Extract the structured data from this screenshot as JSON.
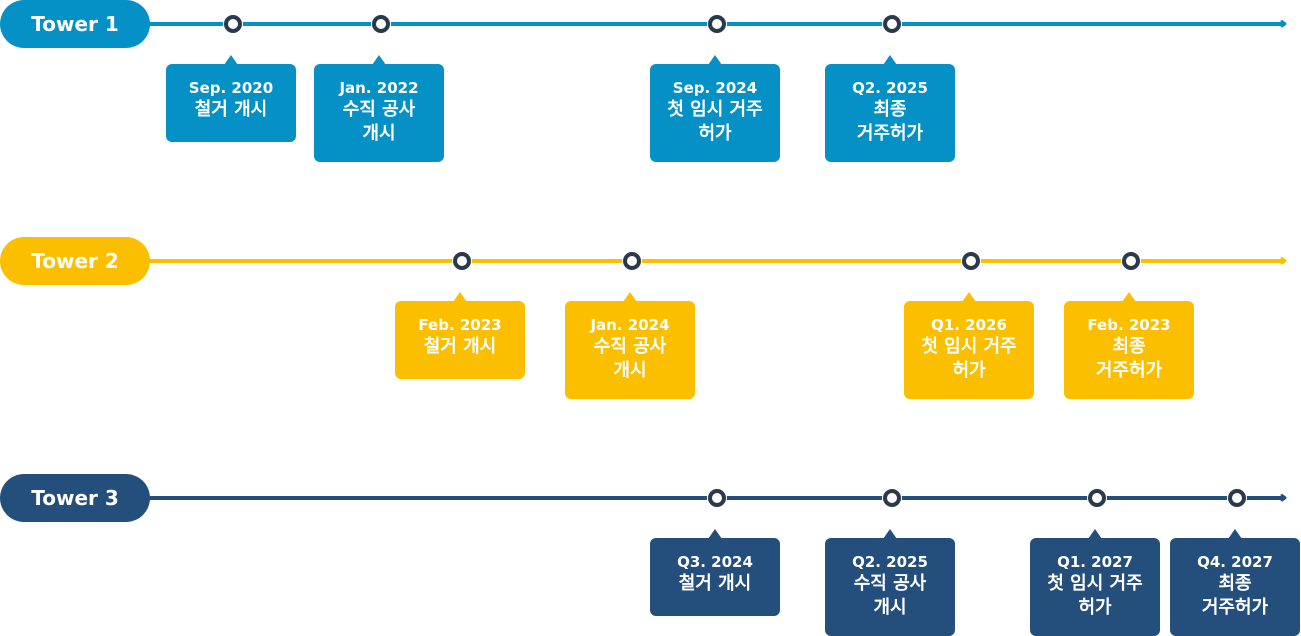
{
  "towers": [
    {
      "name": "Tower 1",
      "color": "#0591c6",
      "milestones": [
        {
          "date": "Sep. 2020",
          "desc": "철거 개시"
        },
        {
          "date": "Jan. 2022",
          "desc": "수직 공사\n개시"
        },
        {
          "date": "Sep. 2024",
          "desc": "첫 임시 거주\n허가"
        },
        {
          "date": "Q2. 2025",
          "desc": "최종\n거주허가"
        }
      ]
    },
    {
      "name": "Tower 2",
      "color": "#fcbf00",
      "milestones": [
        {
          "date": "Feb. 2023",
          "desc": "철거 개시"
        },
        {
          "date": "Jan. 2024",
          "desc": "수직 공사\n개시"
        },
        {
          "date": "Q1. 2026",
          "desc": "첫 임시 거주\n허가"
        },
        {
          "date": "Feb. 2023",
          "desc": "최종\n거주허가"
        }
      ]
    },
    {
      "name": "Tower 3",
      "color": "#244f7c",
      "milestones": [
        {
          "date": "Q3. 2024",
          "desc": "철거 개시"
        },
        {
          "date": "Q2. 2025",
          "desc": "수직 공사\n개시"
        },
        {
          "date": "Q1. 2027",
          "desc": "첫 임시 거주\n허가"
        },
        {
          "date": "Q4. 2027",
          "desc": "최종\n거주허가"
        }
      ]
    }
  ]
}
